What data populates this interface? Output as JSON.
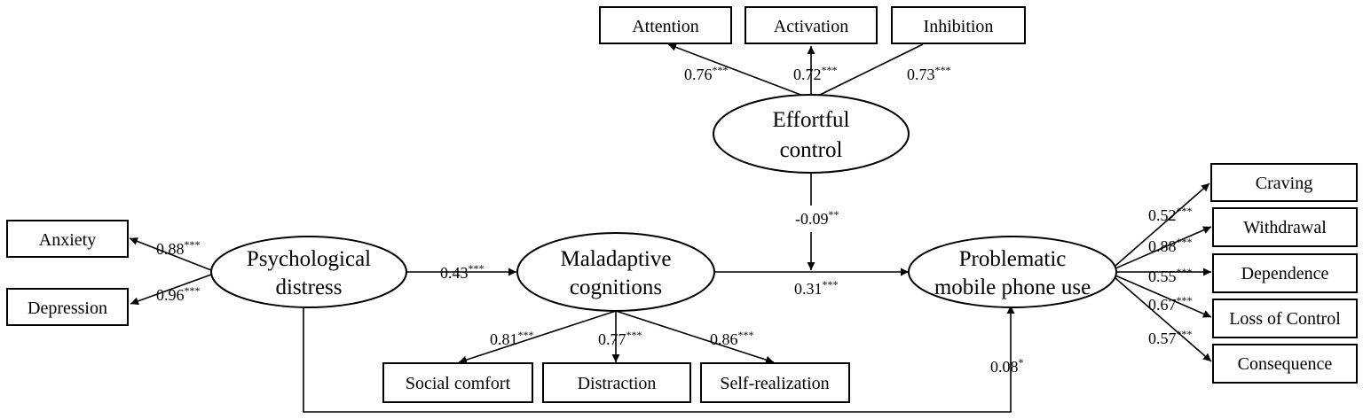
{
  "latents": {
    "psych": [
      "Psychological",
      "distress"
    ],
    "malad": [
      "Maladaptive",
      "cognitions"
    ],
    "effort": [
      "Effortful",
      "control"
    ],
    "pmpu": [
      "Problematic",
      "mobile phone use"
    ]
  },
  "indicators": {
    "attention": "Attention",
    "activation": "Activation",
    "inhibition": "Inhibition",
    "anxiety": "Anxiety",
    "depression": "Depression",
    "social": "Social comfort",
    "distraction": "Distraction",
    "selfreal": "Self-realization",
    "craving": "Craving",
    "withdrawal": "Withdrawal",
    "dependence": "Dependence",
    "loss": "Loss of Control",
    "consequence": "Consequence"
  },
  "coefficients": {
    "attention": {
      "value": "0.76",
      "sig": "***"
    },
    "activation": {
      "value": "0.72",
      "sig": "***"
    },
    "inhibition": {
      "value": "0.73",
      "sig": "***"
    },
    "anxiety": {
      "value": "0.88",
      "sig": "***"
    },
    "depression": {
      "value": "0.96",
      "sig": "***"
    },
    "psych_malad": {
      "value": "0.43",
      "sig": "***"
    },
    "effort_mod": {
      "value": "-0.09",
      "sig": "**"
    },
    "malad_pmpu": {
      "value": "0.31",
      "sig": "***"
    },
    "social": {
      "value": "0.81",
      "sig": "***"
    },
    "distraction": {
      "value": "0.77",
      "sig": "***"
    },
    "selfreal": {
      "value": "0.86",
      "sig": "***"
    },
    "psych_pmpu": {
      "value": "0.08",
      "sig": "*"
    },
    "craving": {
      "value": "0.52",
      "sig": "***"
    },
    "withdrawal": {
      "value": "0.88",
      "sig": "***"
    },
    "dependence": {
      "value": "0.55",
      "sig": "***"
    },
    "loss": {
      "value": "0.67",
      "sig": "***"
    },
    "consequence": {
      "value": "0.57",
      "sig": "***"
    }
  }
}
